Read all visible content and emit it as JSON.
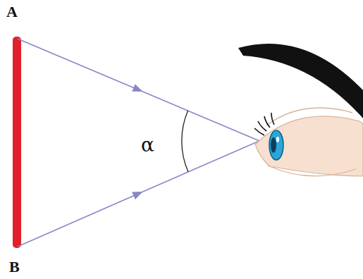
{
  "diagram": {
    "labels": [
      "A",
      "B",
      "α"
    ]
  }
}
